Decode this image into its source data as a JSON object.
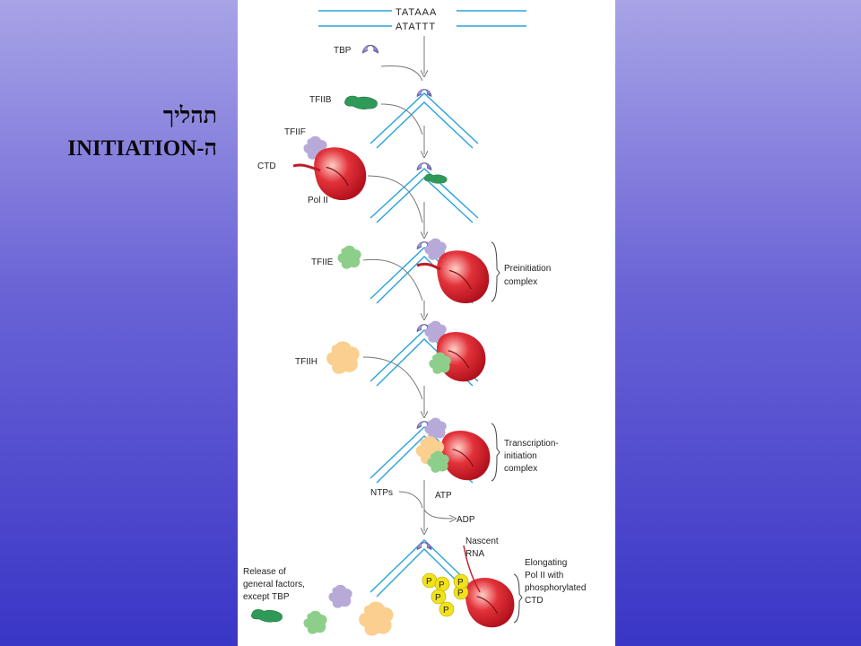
{
  "title": {
    "line1": "תהליך",
    "line2": "ה-INITIATION"
  },
  "sequence": {
    "top": "TATAAA",
    "bottom": "ATATTT"
  },
  "factors": {
    "tbp": "TBP",
    "tfiib": "TFIIB",
    "tfiif": "TFIIF",
    "ctd": "CTD",
    "pol2": "Pol II",
    "tfiie": "TFIIE",
    "tfiih": "TFIIH"
  },
  "complexes": {
    "preinitiation": [
      "Preinitiation",
      "complex"
    ],
    "transcription": [
      "Transcription-",
      "initiation",
      "complex"
    ]
  },
  "energy": {
    "ntps": "NTPs",
    "atp": "ATP",
    "adp": "ADP"
  },
  "nascent": [
    "Nascent",
    "RNA"
  ],
  "elongating": [
    "Elongating",
    "Pol II with",
    "phosphorylated",
    "CTD"
  ],
  "release": [
    "Release of",
    "general factors,",
    "except TBP"
  ],
  "phosphate": "P",
  "colors": {
    "dna": "#29a3dc",
    "tbp": "#8f83c4",
    "tfiib": "#2f9a57",
    "tfiif": "#b8aad8",
    "pol2": "#d8222e",
    "tfiie": "#8dcf8a",
    "tfiih": "#fbcf8f",
    "phosphate": "#f2e21a"
  }
}
